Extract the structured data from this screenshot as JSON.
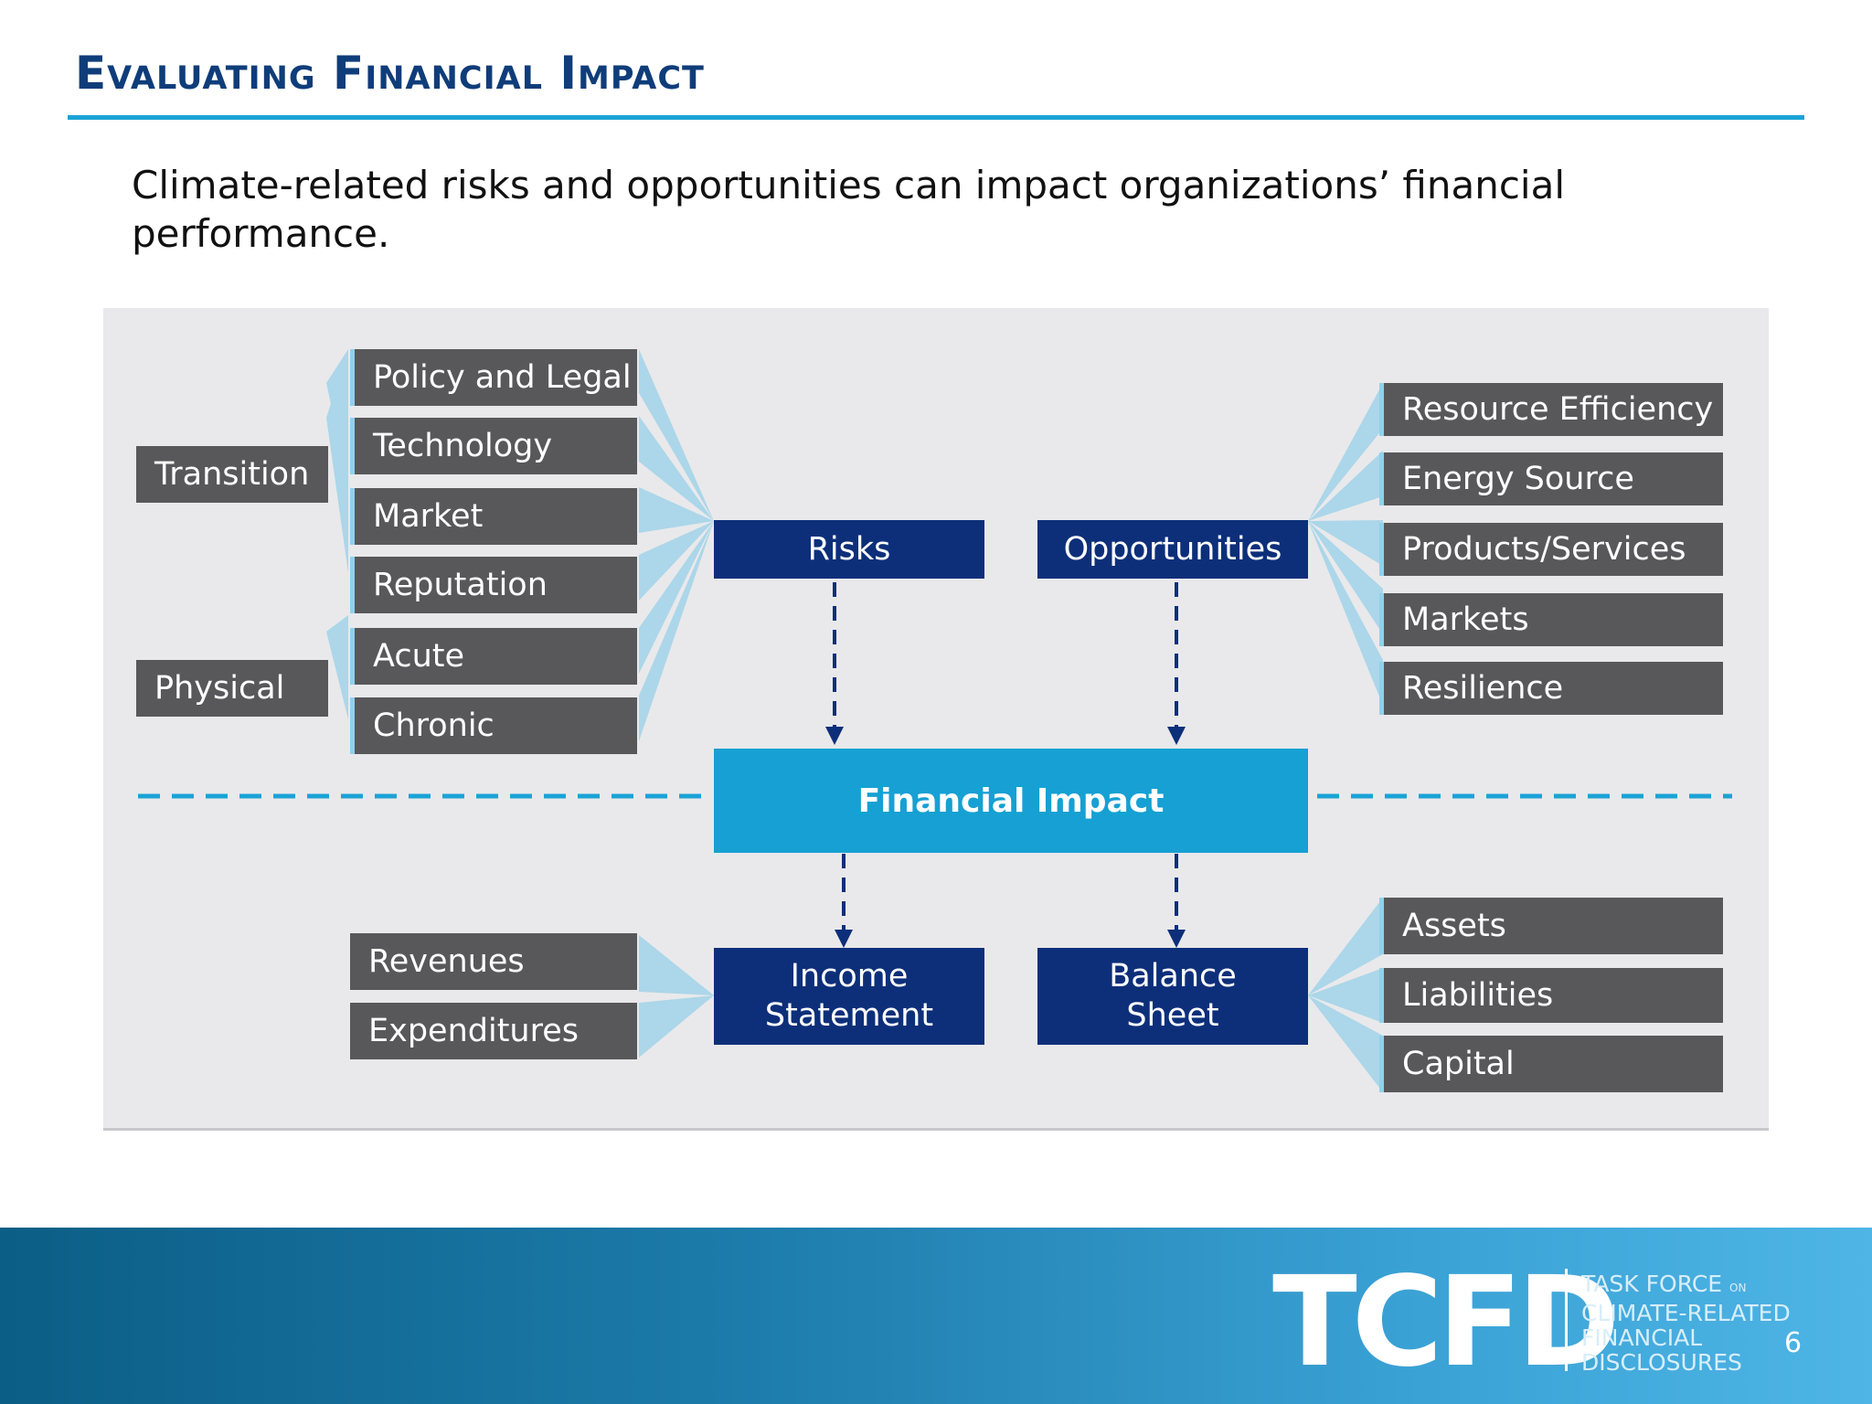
{
  "slide": {
    "title": "Evaluating Financial Impact",
    "lead": "Climate-related risks and opportunities can impact organizations’ financial performance.",
    "page_number": "6"
  },
  "diagram": {
    "transition_label": "Transition",
    "physical_label": "Physical",
    "transition_risks": [
      "Policy and Legal",
      "Technology",
      "Market",
      "Reputation"
    ],
    "physical_risks": [
      "Acute",
      "Chronic"
    ],
    "risks_label": "Risks",
    "opportunities_label": "Opportunities",
    "opportunity_items": [
      "Resource Efficiency",
      "Energy Source",
      "Products/Services",
      "Markets",
      "Resilience"
    ],
    "financial_impact_label": "Financial Impact",
    "income_statement_label": [
      "Income",
      "Statement"
    ],
    "balance_sheet_label": [
      "Balance",
      "Sheet"
    ],
    "income_items": [
      "Revenues",
      "Expenditures"
    ],
    "balance_items": [
      "Assets",
      "Liabilities",
      "Capital"
    ]
  },
  "footer": {
    "logo": "TCFD",
    "org_lines": [
      "TASK FORCE",
      "ON",
      "CLIMATE-RELATED",
      "FINANCIAL",
      "DISCLOSURES"
    ]
  },
  "colors": {
    "title": "#0f3d7a",
    "accent": "#1ba3d6",
    "gray_box": "#58585b",
    "navy_box": "#0d2f7a",
    "teal_box": "#16a0d3",
    "diagram_bg": "#e9e9eb"
  }
}
